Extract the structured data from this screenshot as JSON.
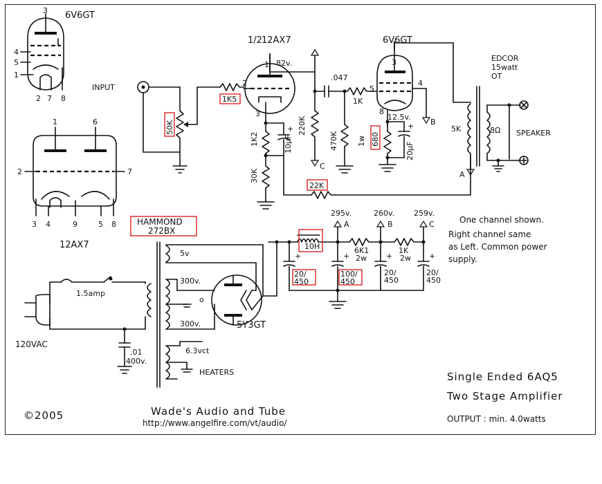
{
  "labels": {
    "tube_6v6gt_a": "6V6GT",
    "tube_6v6gt_b": "6V6GT",
    "tube_12ax7_pinout": "12AX7",
    "tube_12ax7_stage": "12AX7",
    "half_fraction": "1/2",
    "tube_5y3gt": "5Y3GT",
    "input": "INPUT",
    "edcor": "EDCOR",
    "edcor_rating": "15watt",
    "edcor_type": "OT",
    "speaker": "SPEAKER",
    "speaker_ohms": "8Ω",
    "ot_primary": "5K",
    "hammond_line1": "HAMMOND",
    "hammond_line2": "272BX",
    "heaters": "HEATERS",
    "line_voltage": "120VAC",
    "fuse": "1.5amp",
    "cap_01_line1": ".01",
    "cap_01_line2": "400v.",
    "tap_5v": "5v",
    "tap_300v_a": "300v.",
    "tap_300v_b": "300v.",
    "tap_6v3ct": "6.3vct",
    "note_line1": "One channel shown.",
    "note_line2": "Right channel same",
    "note_line3": "as Left. Common power",
    "note_line4": "supply.",
    "title_line1": "Single Ended 6AQ5",
    "title_line2": "Two Stage Amplifier",
    "output": "OUTPUT : min. 4.0watts",
    "copyright": "©2005",
    "credit": "Wade's Audio and Tube",
    "url": "http://www.angelfire.com/vt/audio/"
  },
  "pins": {
    "v6_top": "3",
    "v6_4": "4",
    "v6_5": "5",
    "v6_1": "1",
    "v6_2": "2",
    "v6_7": "7",
    "v6_8": "8",
    "ax_1": "1",
    "ax_6": "6",
    "ax_2": "2",
    "ax_7": "7",
    "ax_3": "3",
    "ax_4": "4",
    "ax_9": "9",
    "ax_5": "5",
    "ax_8": "8",
    "s1_1": "1",
    "s1_2": "2",
    "s1_3": "3",
    "s2_3": "3",
    "s2_5": "5",
    "s2_4": "4",
    "s2_8": "8"
  },
  "components": {
    "pot_50k": "50K",
    "r_1k5": "1K5",
    "r_1k2": "1K2",
    "r_30k": "30K",
    "c_10uf": "10µF",
    "r_220k": "220K",
    "c_047": ".047",
    "r_1k_grid": "1K",
    "r_470k": "470K",
    "r_680": "680",
    "r_1w": "1w",
    "c_20uf": "20µF",
    "r_22k": "22K",
    "l_10h": "10H",
    "r_6k1": "6K1",
    "r_6k1_w": "2w",
    "r_1k_2w": "1K",
    "r_1k_2w_w": "2w",
    "c_20_450_a": "20/\n450",
    "c_100_450_a": "100/\n450",
    "c_20_450_b": "20/\n450",
    "c_20_450_c": "20/\n450"
  },
  "voltages": {
    "v_82": "82v.",
    "v_12_5": "12.5v.",
    "b_295": "295v.",
    "b_260": "260v.",
    "b_259": "259v.",
    "node_a": "A",
    "node_b": "B",
    "node_c": "C",
    "out_b": "B",
    "out_c": "C",
    "out_a": "A"
  }
}
